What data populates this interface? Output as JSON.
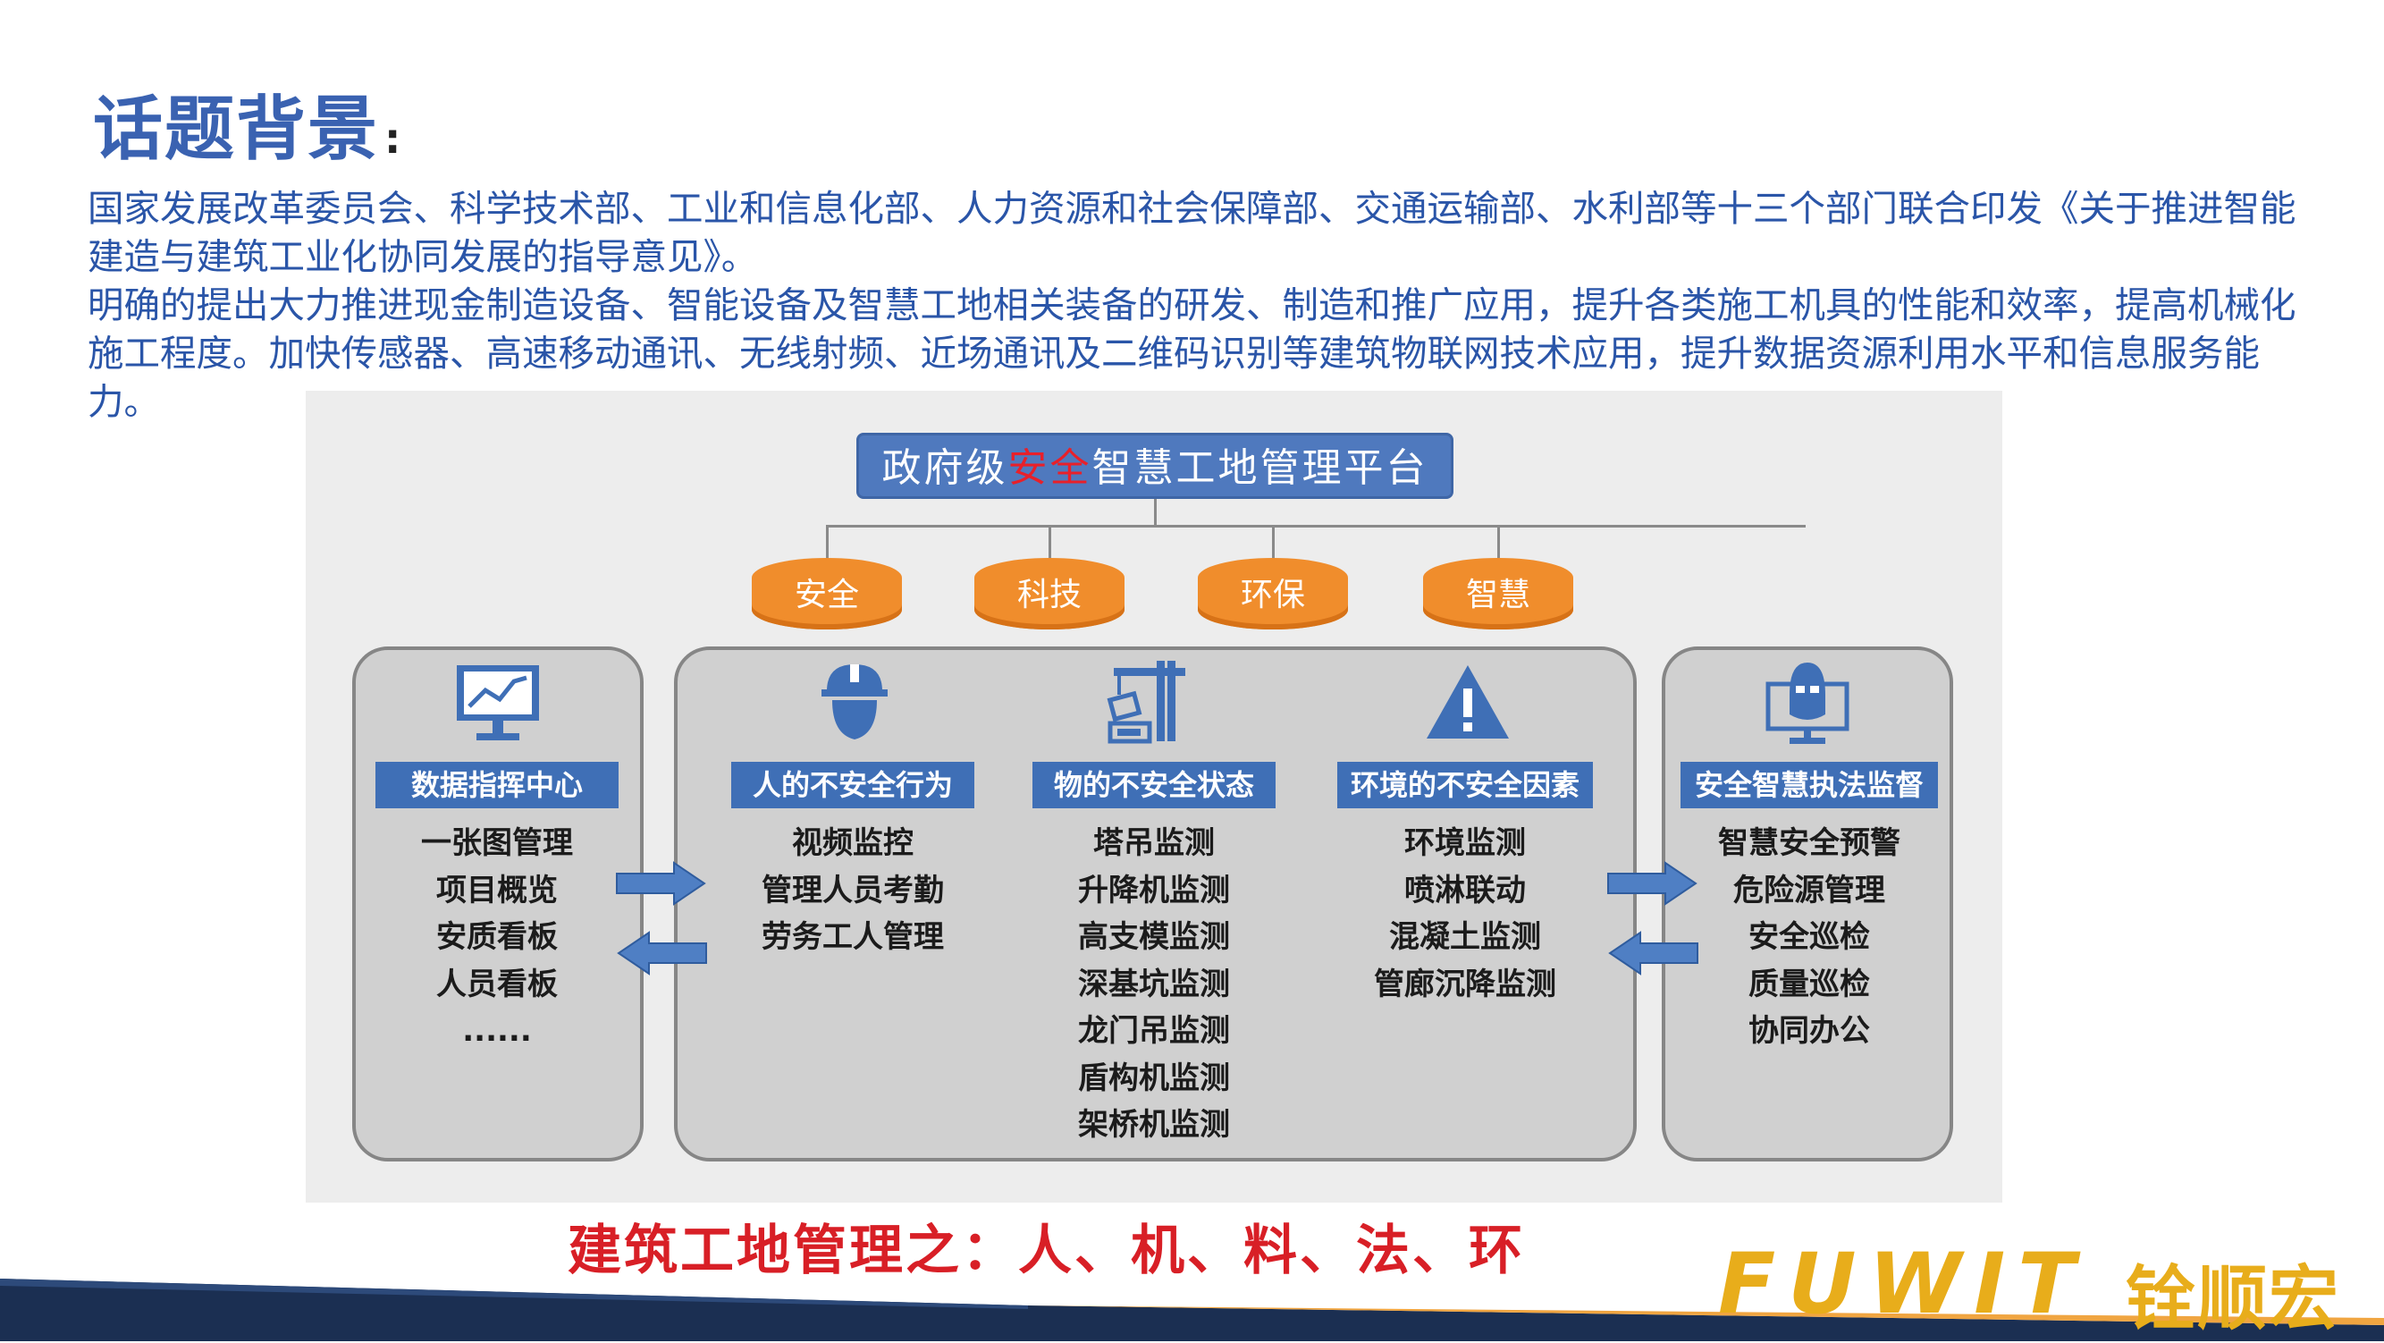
{
  "header": {
    "title": "话题背景",
    "colon": ":"
  },
  "intro": {
    "paragraph1": "国家发展改革委员会、科学技术部、工业和信息化部、人力资源和社会保障部、交通运输部、水利部等十三个部门联合印发《关于推进智能建造与建筑工业化协同发展的指导意见》。",
    "paragraph2": "明确的提出大力推进现金制造设备、智能设备及智慧工地相关装备的研发、制造和推广应用，提升各类施工机具的性能和效率，提高机械化施工程度。加快传感器、高速移动通讯、无线射频、近场通讯及二维码识别等建筑物联网技术应用，提升数据资源利用水平和信息服务能力。"
  },
  "diagram": {
    "platform": {
      "before": "政府级",
      "highlight": "安全",
      "after": "智慧工地管理平台"
    },
    "pillars": [
      "安全",
      "科技",
      "环保",
      "智慧"
    ],
    "left_column": {
      "tag": "数据指挥中心",
      "items": [
        "一张图管理",
        "项目概览",
        "安质看板",
        "人员看板",
        "......"
      ]
    },
    "center_columns": [
      {
        "tag": "人的不安全行为",
        "items": [
          "视频监控",
          "管理人员考勤",
          "劳务工人管理"
        ]
      },
      {
        "tag": "物的不安全状态",
        "items": [
          "塔吊监测",
          "升降机监测",
          "高支模监测",
          "深基坑监测",
          "龙门吊监测",
          "盾构机监测",
          "架桥机监测"
        ]
      },
      {
        "tag": "环境的不安全因素",
        "items": [
          "环境监测",
          "喷淋联动",
          "混凝土监测",
          "管廊沉降监测"
        ]
      }
    ],
    "right_column": {
      "tag": "安全智慧执法监督",
      "items": [
        "智慧安全预警",
        "危险源管理",
        "安全巡检",
        "质量巡检",
        "协同办公"
      ]
    }
  },
  "slogan": "建筑工地管理之：人、机、料、法、环",
  "logo": {
    "english": "FUWIT",
    "chinese": "铨顺宏"
  },
  "colors": {
    "title_blue": "#3a62b1",
    "text_blue": "#2a55a8",
    "platform_blue": "#4f79be",
    "highlight_red": "#e8202a",
    "pillar_orange": "#f08d2c",
    "tag_blue": "#3f6fb6",
    "slogan_red": "#d81f26",
    "logo_gold": "#e8ad1b",
    "footer_navy": "#1b2f52"
  }
}
